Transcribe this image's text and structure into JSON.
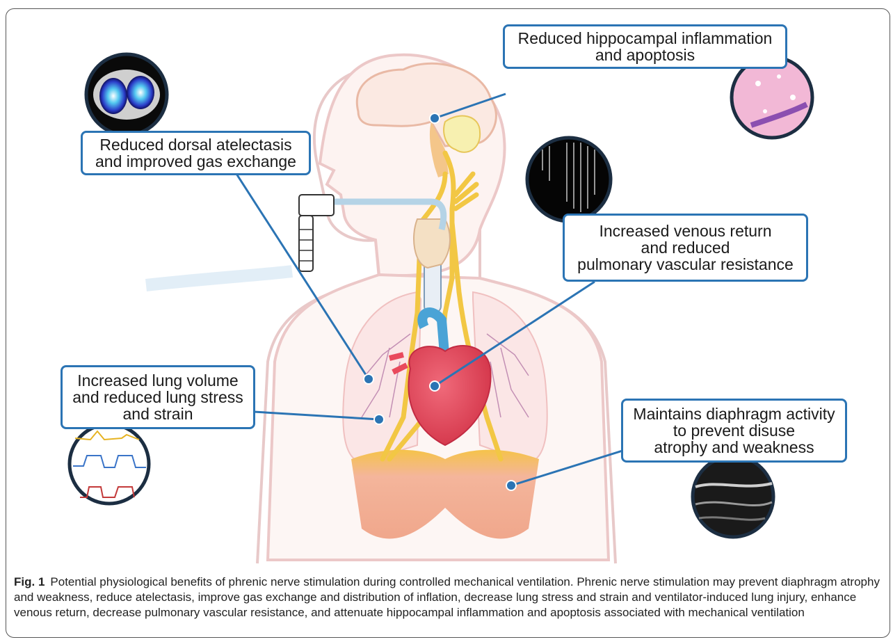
{
  "callouts": {
    "hippocampus": "Reduced hippocampal inflammation\nand apoptosis",
    "atelectasis": "Reduced dorsal atelectasis\nand improved gas exchange",
    "venous": "Increased venous return\nand reduced\npulmonary vascular resistance",
    "lung": "Increased lung volume\nand reduced lung stress\nand strain",
    "diaphragm": "Maintains diaphragm activity\nto prevent disuse\natrophy and weakness"
  },
  "caption": {
    "label": "Fig. 1",
    "text": "Potential physiological benefits of phrenic nerve stimulation during controlled mechanical ventilation. Phrenic nerve stimulation may prevent diaphragm atrophy and weakness, reduce atelectasis, improve gas exchange and distribution of inflation, decrease lung stress and strain and ventilator-induced lung injury, enhance venous return, decrease pulmonary vascular resistance, and attenuate hippocampal inflammation and apoptosis associated with mechanical ventilation"
  },
  "colors": {
    "callout_border": "#2b74b4",
    "body_outline": "#e8c9c9",
    "nerve": "#f2c744",
    "heart": "#e94a5c",
    "lung": "#f7d6d6",
    "diaphragm": "#f2a98a"
  }
}
